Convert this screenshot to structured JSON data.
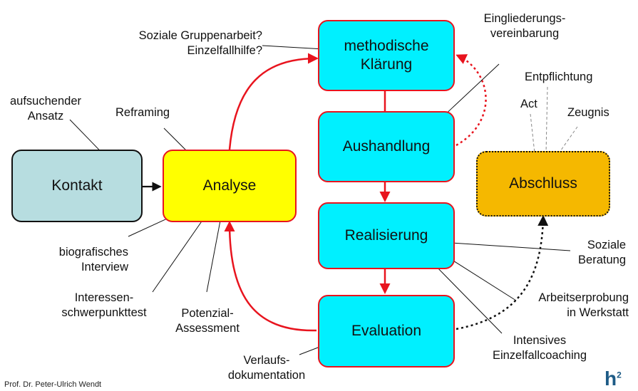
{
  "boxes": {
    "kontakt": "Kontakt",
    "analyse": "Analyse",
    "klaerung": "methodische\nKlärung",
    "aushandlung": "Aushandlung",
    "realisierung": "Realisierung",
    "evaluation": "Evaluation",
    "abschluss": "Abschluss"
  },
  "labels": {
    "soziale_gruppenarbeit": "Soziale Gruppenarbeit?\nEinzelfallhilfe?",
    "eingliederung": "Eingliederungs-\nvereinbarung",
    "entpflichtung": "Entpflichtung",
    "act": "Act",
    "zeugnis": "Zeugnis",
    "aufsuchender": "aufsuchender\nAnsatz",
    "reframing": "Reframing",
    "biografisches": "biografisches\nInterview",
    "interessen": "Interessen-\nschwerpunkttest",
    "potenzial": "Potenzial-\nAssessment",
    "verlaufs": "Verlaufs-\ndokumentation",
    "soziale_beratung": "Soziale\nBeratung",
    "arbeitserprobung": "Arbeitserprobung\nin Werkstatt",
    "intensives": "Intensives\nEinzelfallcoaching"
  },
  "footer": "Prof. Dr. Peter-Ulrich Wendt",
  "logo": "h",
  "logo_sup": "2",
  "colors": {
    "cyan": "#00f0ff",
    "red": "#e8141e",
    "yellow": "#ffff00",
    "kontakt_fill": "#b7dde0",
    "abschluss_fill": "#f5b800",
    "navy": "#1d5b86"
  }
}
